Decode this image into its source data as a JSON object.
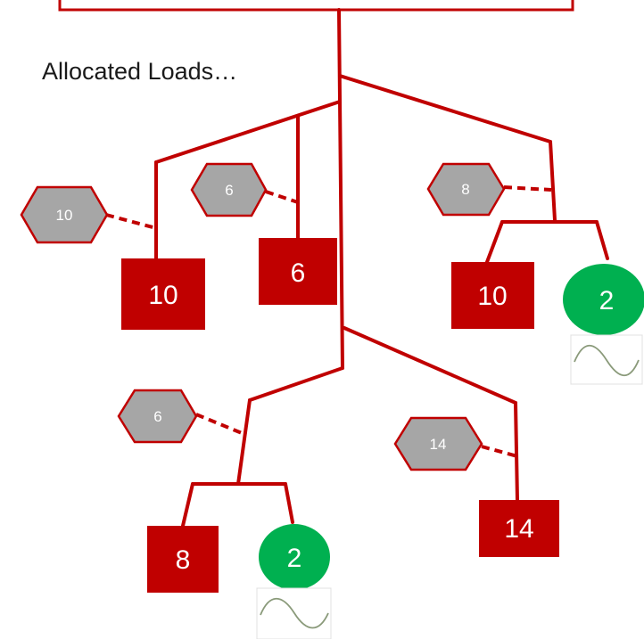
{
  "diagram": {
    "title": "Allocated Loads…",
    "colors": {
      "line": "#c00000",
      "load_fill": "#c00000",
      "allocation_fill": "#a6a6a6",
      "allocation_stroke": "#c00000",
      "generator_fill": "#00b050",
      "sine_stroke": "#8a9a7a"
    },
    "loads": [
      {
        "id": "load-left",
        "value": "10"
      },
      {
        "id": "load-mid",
        "value": "6"
      },
      {
        "id": "load-right",
        "value": "10"
      },
      {
        "id": "load-bottom-left",
        "value": "8"
      },
      {
        "id": "load-bottom-right",
        "value": "14"
      }
    ],
    "allocations": [
      {
        "id": "alloc-left",
        "value": "10"
      },
      {
        "id": "alloc-mid",
        "value": "6"
      },
      {
        "id": "alloc-right",
        "value": "8"
      },
      {
        "id": "alloc-bottom-left",
        "value": "6"
      },
      {
        "id": "alloc-bottom-right",
        "value": "14"
      }
    ],
    "generators": [
      {
        "id": "gen-right",
        "value": "2",
        "icon": "sine-wave-icon"
      },
      {
        "id": "gen-bottom",
        "value": "2",
        "icon": "sine-wave-icon"
      }
    ]
  }
}
